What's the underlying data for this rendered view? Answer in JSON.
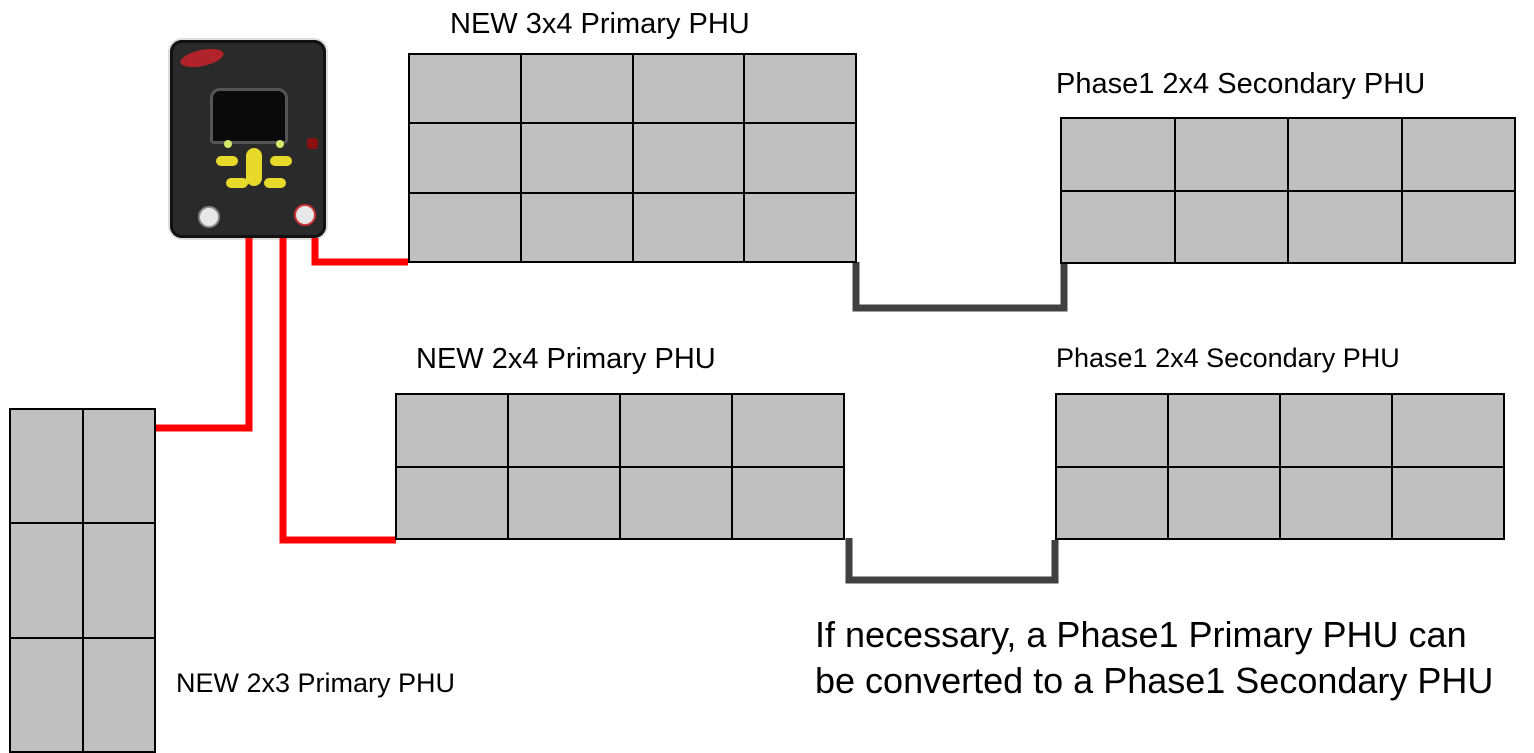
{
  "units": {
    "new_3x4_primary": {
      "label": "NEW 3x4 Primary PHU",
      "rows": 3,
      "cols": 4
    },
    "phase1_secondary_top": {
      "label": "Phase1 2x4 Secondary PHU",
      "rows": 2,
      "cols": 4
    },
    "new_2x4_primary": {
      "label": "NEW 2x4 Primary PHU",
      "rows": 2,
      "cols": 4
    },
    "phase1_secondary_bottom": {
      "label": "Phase1 2x4 Secondary PHU",
      "rows": 2,
      "cols": 4
    },
    "new_2x3_primary": {
      "label": "NEW 2x3 Primary PHU",
      "rows": 3,
      "cols": 2
    }
  },
  "note": {
    "line1": "If necessary, a Phase1 Primary PHU can",
    "line2": "be converted to a Phase1 Secondary PHU"
  },
  "colors": {
    "cell": "#c0c0c0",
    "power_wire": "#ff0000",
    "link_wire": "#404040"
  }
}
